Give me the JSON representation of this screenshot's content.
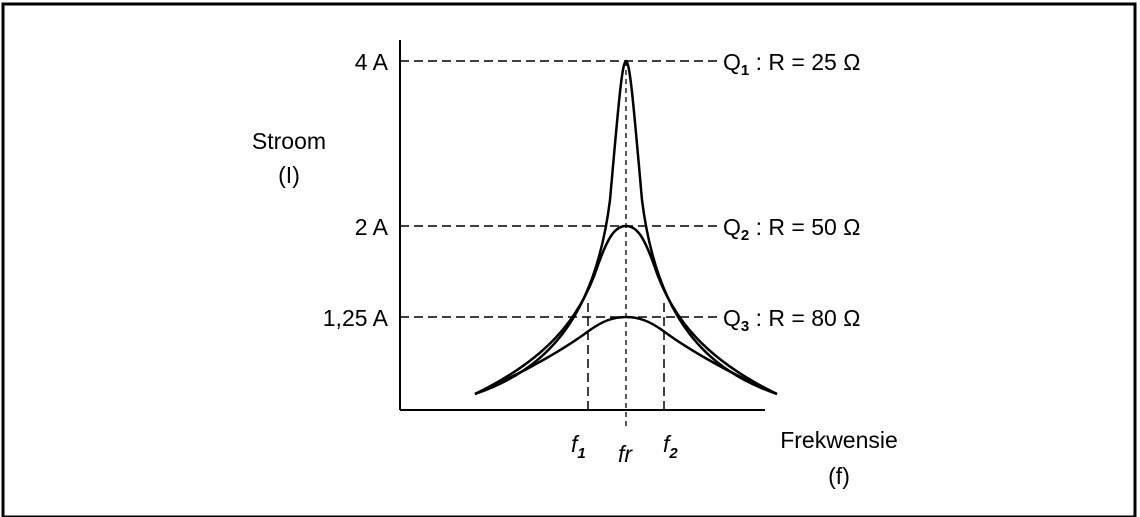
{
  "axes": {
    "y_label_line1": "Stroom",
    "y_label_line2": "(I)",
    "x_label_line1": "Frekwensie",
    "x_label_line2": "(f)"
  },
  "y_ticks": [
    "4 A",
    "2 A",
    "1,25 A"
  ],
  "x_markers": {
    "f1_base": "f",
    "f1_sub": "1",
    "fr": "fr",
    "f2_base": "f",
    "f2_sub": "2"
  },
  "curves": [
    {
      "q_base": "Q",
      "q_sub": "1",
      "q_text": " : R = 25 Ω",
      "peak_current": 4
    },
    {
      "q_base": "Q",
      "q_sub": "2",
      "q_text": " : R = 50 Ω",
      "peak_current": 2
    },
    {
      "q_base": "Q",
      "q_sub": "3",
      "q_text": " : R = 80 Ω",
      "peak_current": 1.25
    }
  ]
}
